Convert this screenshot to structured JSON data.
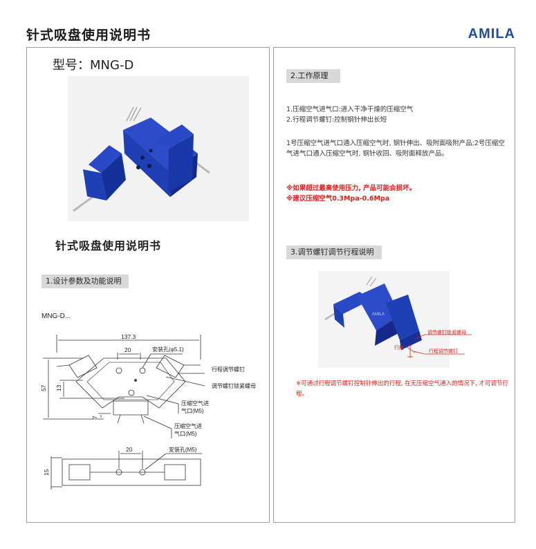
{
  "header": {
    "title": "针式吸盘使用说明书",
    "brand": "AMILA"
  },
  "left": {
    "model": "型号：MNG-D",
    "big_title": "针式吸盘使用说明书",
    "section1": "1.设计参数及功能说明",
    "sub_model": "MNG-D...",
    "drawing": {
      "dim_total": "137.3",
      "dim_hole_spacing": "20",
      "mount_hole": "安装孔(φ5.1)",
      "stroke_screw": "行程调节螺钉",
      "lock_nut": "调节螺钉锁紧螺母",
      "air_in_1_line1": "压缩空气进",
      "air_in_1_line2": "气口(M5)",
      "air_in_2_line1": "压缩空气进",
      "air_in_2_line2": "气口(M5)",
      "dim_height": "57",
      "dim_13": "13",
      "dim_7": "7",
      "side_spacing": "20",
      "side_mount_hole": "安装孔(M5)",
      "dim_15": "15"
    }
  },
  "right": {
    "section2": "2.工作原理",
    "principle_1": "1.压缩空气进气口:进入干净干燥的压缩空气",
    "principle_2": "2.行程调节螺钉:控制钢针伸出长短",
    "principle_3": "1号压缩空气进气口通入压缩空气时, 钢针伸出、吸附面吸附产品;2号压缩空气进气口通入压缩空气时, 钢针收回、吸附面释放产品。",
    "warning_1": "※如果超过最高使用压力, 产品可能会损坏。",
    "warning_2": "※建议压缩空气0.3Mpa-0.6Mpa",
    "section3": "3.调节螺钉调节行程说明",
    "photo2_label_1": "调节螺钉锁紧螺母",
    "photo2_label_2": "行程调节螺钉",
    "photo2_label_3": "行程",
    "note": "※可通过行程调节螺钉控制针伸出的行程, 在无压缩空气通入的情况下, 才可调节行程。"
  },
  "colors": {
    "brand": "#1e4fa3",
    "warning": "#d9231f",
    "section_bg": "#d9d9d9",
    "product_blue": "#1f3fb4"
  }
}
